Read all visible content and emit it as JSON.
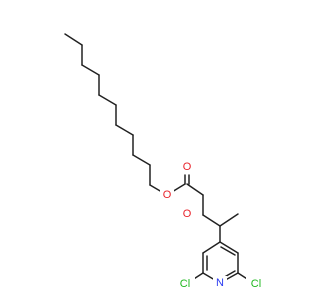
{
  "colors": {
    "bond": "#222222",
    "O": "#e8232b",
    "Cl": "#1fb81f",
    "N": "#2b3bf0",
    "background": "#ffffff"
  },
  "atoms": {
    "ester_o": "O",
    "carbonyl_o": "O",
    "ether_o": "O",
    "cl_left": "Cl",
    "cl_right": "Cl",
    "pyridine_n": "N"
  }
}
